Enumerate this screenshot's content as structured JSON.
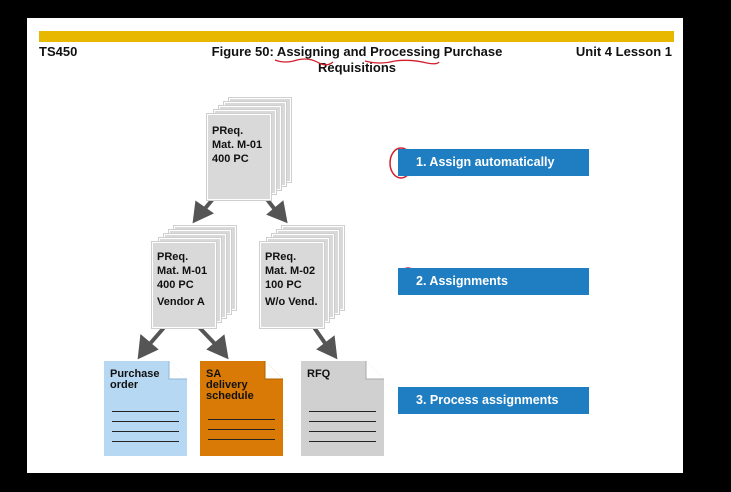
{
  "header": {
    "left": "TS450",
    "title_line1": "Figure 50: Assigning and Processing Purchase",
    "title_line2": "Requisitions",
    "right": "Unit 4 Lesson 1"
  },
  "top_req": {
    "line1": "PReq.",
    "line2": "Mat. M-01",
    "line3": "400 PC"
  },
  "left_req": {
    "line1": "PReq.",
    "line2": "Mat. M-01",
    "line3": "400 PC",
    "vendor": "Vendor A"
  },
  "right_req": {
    "line1": "PReq.",
    "line2": "Mat. M-02",
    "line3": "100 PC",
    "vendor": "W/o Vend."
  },
  "docs": {
    "po": {
      "l1": "Purchase",
      "l2": "order",
      "l3": ""
    },
    "sa": {
      "l1": "SA",
      "l2": "delivery",
      "l3": "schedule"
    },
    "rfq": {
      "l1": "RFQ",
      "l2": "",
      "l3": ""
    }
  },
  "steps": {
    "s1": "1. Assign automatically",
    "s2": "2. Assignments",
    "s3": "3. Process assignments"
  },
  "colors": {
    "accent_bar": "#e8b800",
    "step_blue": "#1f7dc1",
    "po_blue": "#b7d8f2",
    "sa_orange": "#d97a06",
    "rfq_gray": "#d0d0d0",
    "annotation_red": "#d21f2b"
  }
}
